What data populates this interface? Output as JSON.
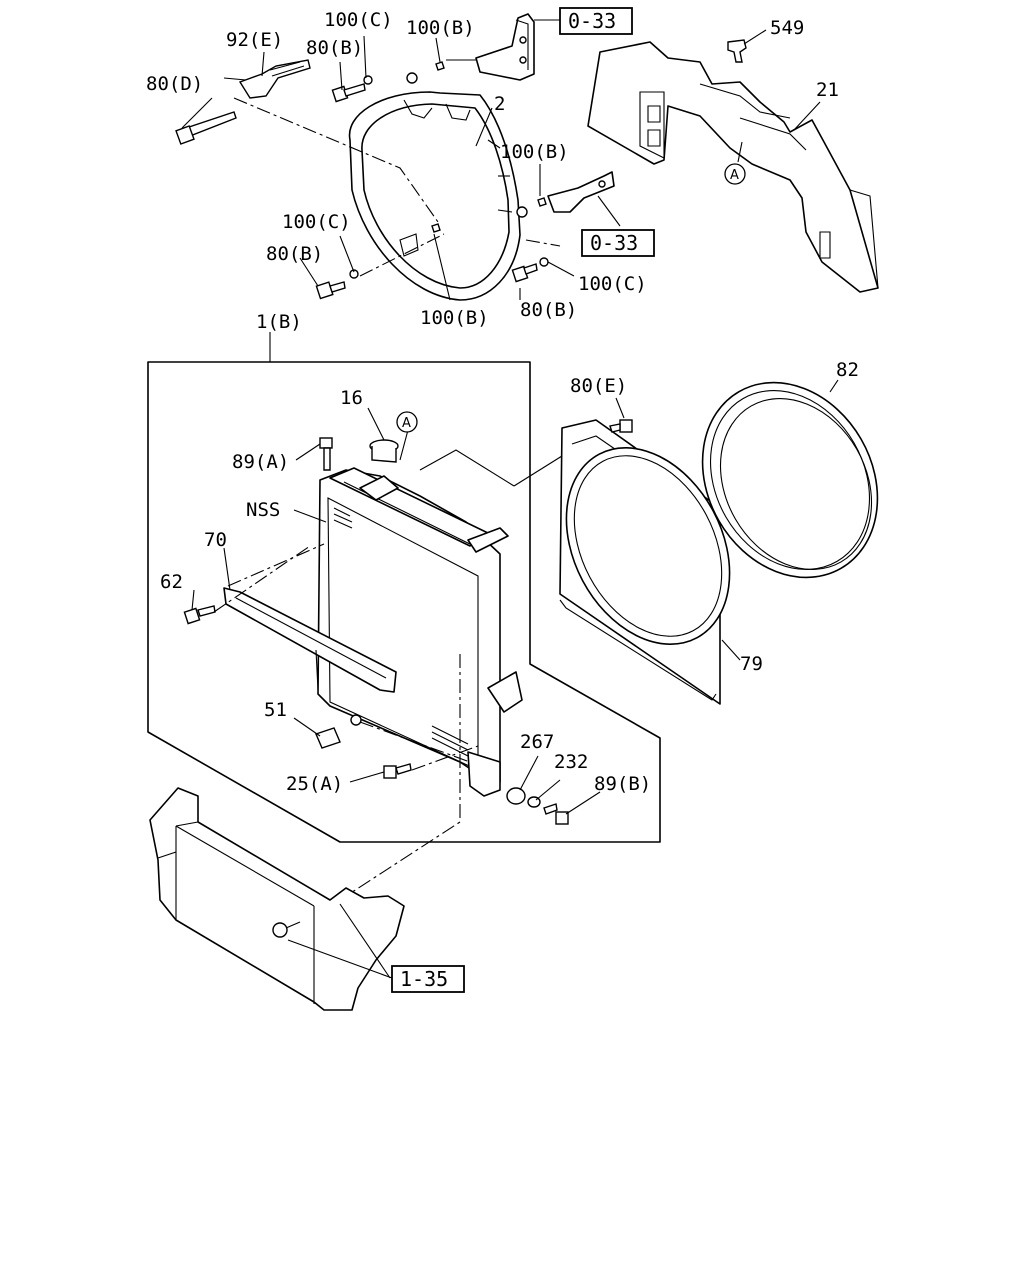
{
  "labels": {
    "p92E": "92(E)",
    "p100C_top": "100(C)",
    "p100B_top": "100(B)",
    "p80B_top": "80(B)",
    "p80D": "80(D)",
    "p2": "2",
    "p549": "549",
    "p21": "21",
    "p100B_mid": "100(B)",
    "p100C_left": "100(C)",
    "p80B_left": "80(B)",
    "p100B_bot": "100(B)",
    "p80B_bot": "80(B)",
    "p100C_right": "100(C)",
    "p1B": "1(B)",
    "p16": "16",
    "p89A": "89(A)",
    "pNSS": "NSS",
    "p70": "70",
    "p62": "62",
    "p80E": "80(E)",
    "p82": "82",
    "p79": "79",
    "p51": "51",
    "p267": "267",
    "p232": "232",
    "p25A": "25(A)",
    "p89B": "89(B)"
  },
  "refs": {
    "r033_top": "0-33",
    "r033_mid": "0-33",
    "r135": "1-35"
  },
  "markers": {
    "a_shroud": "A",
    "a_radiator": "A"
  }
}
